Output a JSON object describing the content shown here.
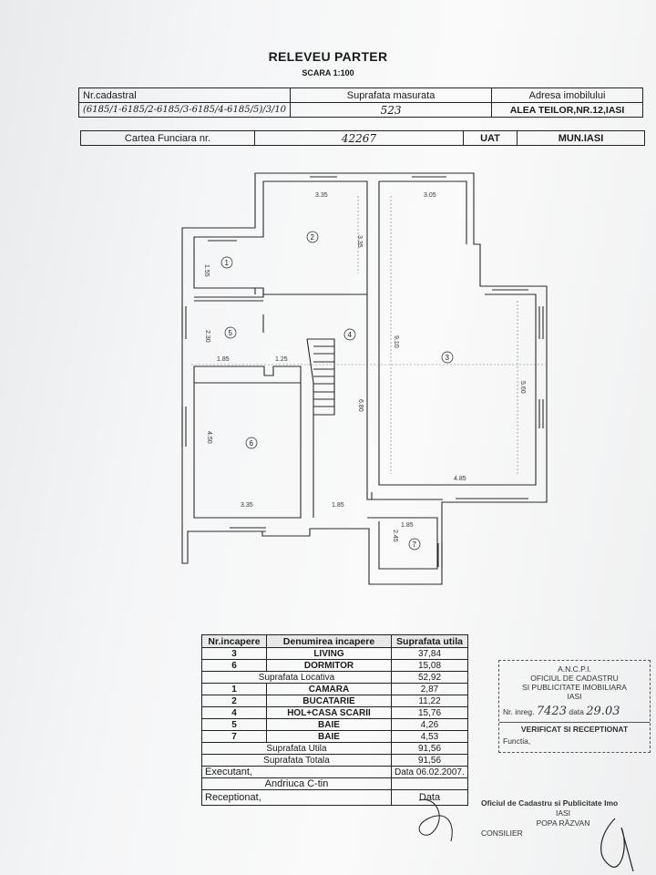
{
  "header": {
    "title": "RELEVEU PARTER",
    "scale": "SCARA 1:100",
    "label_nr_cadastral": "Nr.cadastral",
    "label_suprafata_masurata": "Suprafata masurata",
    "label_adresa_imobilului": "Adresa imobilului",
    "nr_cadastral_value": "(6185/1-6185/2-6185/3-6185/4-6185/5)/3/10",
    "suprafata_masurata_value": "523",
    "adresa_value": "ALEA TEILOR,NR.12,IASI",
    "label_carte_funciara": "Cartea Funciara nr.",
    "carte_funciara_value": "42267",
    "label_uat": "UAT",
    "uat_value": "MUN.IASI"
  },
  "plan": {
    "dimensions": [
      "3.35",
      "3.05",
      "3.35",
      "1.55",
      "2.30",
      "1.85",
      "1.25",
      "9.10",
      "5.60",
      "6.80",
      "4.50",
      "3.35",
      "1.85",
      "4.85",
      "1.85",
      "2.45"
    ],
    "room_numbers": [
      "1",
      "2",
      "3",
      "4",
      "5",
      "6",
      "7"
    ]
  },
  "rooms_table": {
    "headers": [
      "Nr.incapere",
      "Denumirea incapere",
      "Suprafata utila"
    ],
    "living_rows": [
      {
        "nr": "3",
        "name": "LIVING",
        "area": "37,84"
      },
      {
        "nr": "6",
        "name": "DORMITOR",
        "area": "15,08"
      }
    ],
    "locativa_label": "Suprafata Locativa",
    "locativa_value": "52,92",
    "other_rows": [
      {
        "nr": "1",
        "name": "CAMARA",
        "area": "2,87"
      },
      {
        "nr": "2",
        "name": "BUCATARIE",
        "area": "11,22"
      },
      {
        "nr": "4",
        "name": "HOL+CASA SCARII",
        "area": "15,76"
      },
      {
        "nr": "5",
        "name": "BAIE",
        "area": "4,26"
      },
      {
        "nr": "7",
        "name": "BAIE",
        "area": "4,53"
      }
    ],
    "utila_label": "Suprafata Utila",
    "utila_value": "91,56",
    "totala_label": "Suprafata Totala",
    "totala_value": "91,56",
    "executant_label": "Executant,",
    "data_label": "Data",
    "data_value": "06.02.2007.",
    "executant_name": "Andriuca C-tin",
    "receptionat_label": "Receptionat,",
    "data2_label": "Data"
  },
  "stamp": {
    "line1": "A.N.C.P.I.",
    "line2": "OFICIUL DE CADASTRU",
    "line3": "SI PUBLICITATE IMOBILIARA",
    "line4": "IASI",
    "nr_label": "Nr. inreg.",
    "nr_value": "7423",
    "data_label": "data",
    "data_value": "29.03",
    "verificat": "VERIFICAT SI RECEPTIONAT",
    "functia": "Functia,"
  },
  "stamp2": {
    "line1": "Oficiul de Cadastru si Publicitate Imo",
    "line2": "IASI",
    "line3": "POPA RĂZVAN",
    "line4": "CONSILIER"
  }
}
